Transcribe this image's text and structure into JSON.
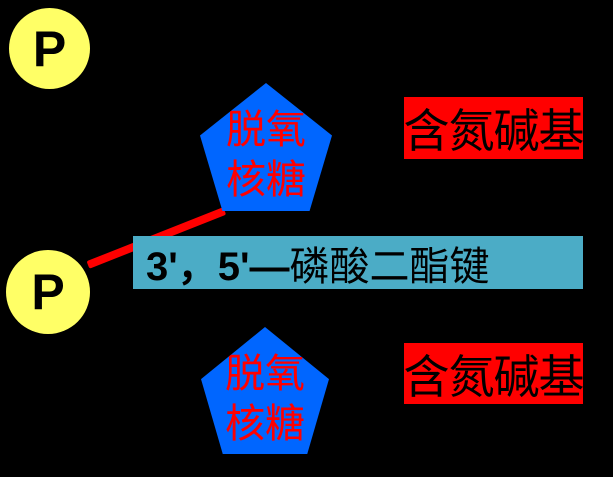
{
  "colors": {
    "background": "#000000",
    "phosphate_fill": "#FFFF66",
    "phosphate_text": "#000000",
    "sugar_fill": "#0066FF",
    "sugar_text": "#FF0000",
    "base_fill": "#FF0000",
    "base_text": "#000000",
    "banner_fill": "#4BACC6",
    "banner_text": "#000000",
    "bond_line": "#FF0000"
  },
  "phosphate_top": {
    "label": "P"
  },
  "phosphate_bottom": {
    "label": "P"
  },
  "sugar_top": {
    "line1": "脱氧",
    "line2": "核糖"
  },
  "sugar_bottom": {
    "line1": "脱氧",
    "line2": "核糖"
  },
  "base_top": {
    "label": "含氮碱基"
  },
  "base_bottom": {
    "label": "含氮碱基"
  },
  "banner": {
    "prefix": "3'，5'—",
    "text": "磷酸二酯键"
  }
}
